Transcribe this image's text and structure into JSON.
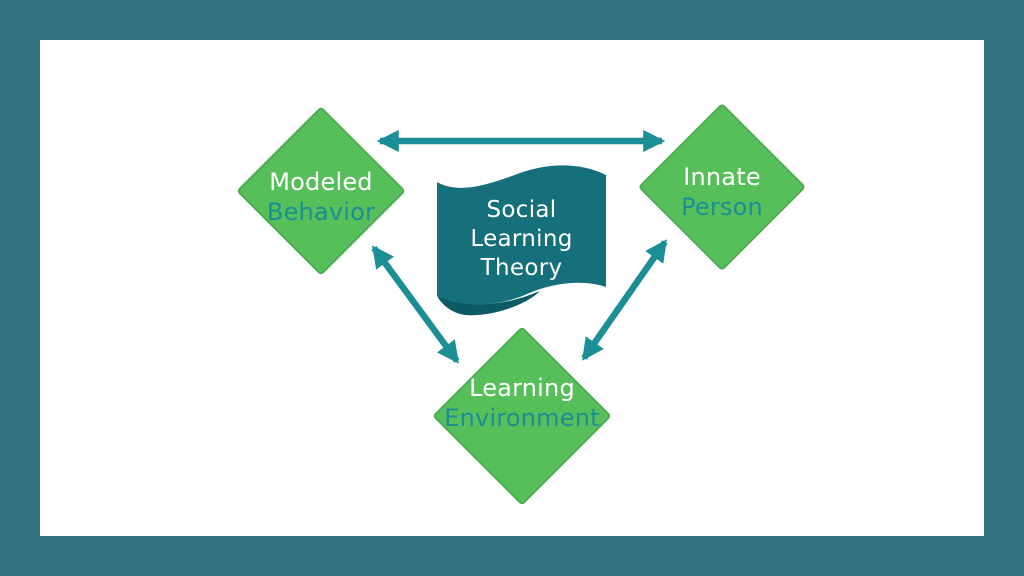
{
  "slide": {
    "type": "diagram-slide",
    "description": "Social Learning Theory triangle diagram with three diamond nodes linked by double-headed arrows around a central flag banner"
  },
  "colors": {
    "frame": "#31747F",
    "canvas": "#FFFFFF",
    "diamond": "#57BF5A",
    "diamond-edge": "#4CAD52",
    "arrow": "#1B8E96",
    "flag": "#15707B",
    "flag-shadow": "#0C5A66",
    "text-light": "#FFFFFF",
    "text-teal": "#1B8E96"
  },
  "flag": {
    "shape": "wave-flag-banner",
    "lines": [
      "Social",
      "Learning",
      "Theory"
    ]
  },
  "nodes": [
    {
      "id": "modeled-behavior",
      "shape": "diamond",
      "line1": "Modeled",
      "line2": "Behavior"
    },
    {
      "id": "innate-person",
      "shape": "diamond",
      "line1": "Innate",
      "line2": "Person"
    },
    {
      "id": "learning-environment",
      "shape": "diamond",
      "line1": "Learning",
      "line2": "Environment"
    }
  ],
  "connectors": [
    {
      "from": "modeled-behavior",
      "to": "innate-person",
      "type": "double-headed-arrow",
      "orientation": "horizontal"
    },
    {
      "from": "modeled-behavior",
      "to": "learning-environment",
      "type": "double-headed-arrow",
      "orientation": "diagonal"
    },
    {
      "from": "innate-person",
      "to": "learning-environment",
      "type": "double-headed-arrow",
      "orientation": "diagonal"
    }
  ]
}
